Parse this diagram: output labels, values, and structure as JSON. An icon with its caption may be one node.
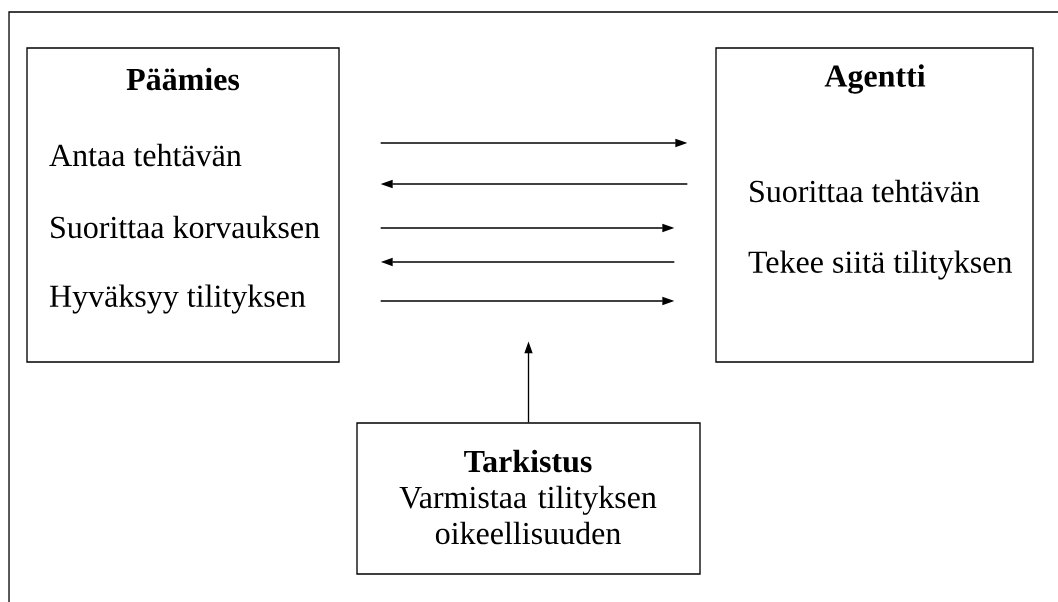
{
  "diagram": {
    "nodes": [
      {
        "text": [
          "Päämies",
          "Antaa tehtävän",
          "Suorittaa korvauksen",
          "Hyväksyy tilityksen"
        ]
      },
      {
        "text": [
          "Agentti",
          "Suorittaa tehtävän",
          "Tekee siitä tilityksen"
        ]
      },
      {
        "text": [
          "Tarkistus",
          "Varmistaa tilityksen oikeellisuuden"
        ]
      }
    ],
    "edges": [
      {
        "from": 0,
        "to": 1,
        "arrow": "to"
      },
      {
        "from": 1,
        "to": 0,
        "arrow": "to"
      },
      {
        "from": 0,
        "to": 1,
        "arrow": "to"
      },
      {
        "from": 1,
        "to": 0,
        "arrow": "to"
      },
      {
        "from": 0,
        "to": 1,
        "arrow": "to"
      },
      {
        "from": 2,
        "to": null,
        "arrow": "to"
      }
    ]
  }
}
